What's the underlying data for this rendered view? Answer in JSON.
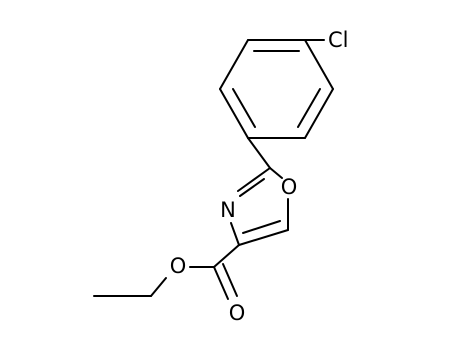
{
  "molecule": {
    "atoms": [
      {
        "id": "Cl",
        "label": "Cl",
        "show": true
      },
      {
        "id": "N",
        "label": "N",
        "show": true
      },
      {
        "id": "O_ring",
        "label": "O",
        "show": true
      },
      {
        "id": "O_ester",
        "label": "O",
        "show": true
      },
      {
        "id": "O_carbonyl",
        "label": "O",
        "show": true
      }
    ]
  },
  "colors": {
    "bond": "#000000",
    "text": "#000000",
    "background": "#ffffff"
  }
}
